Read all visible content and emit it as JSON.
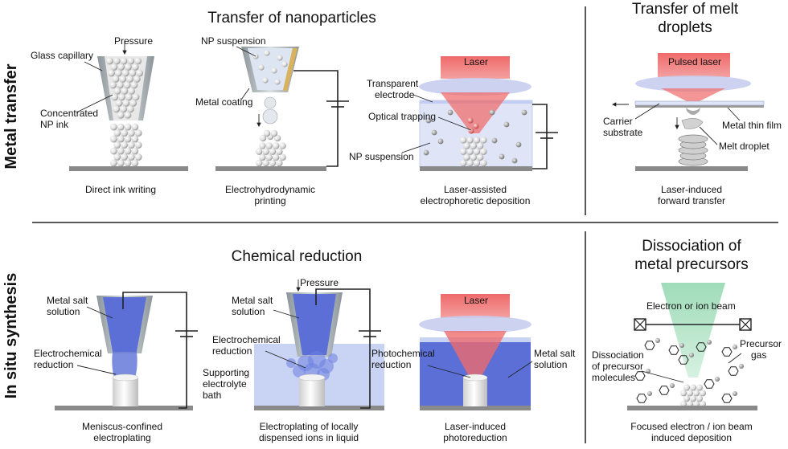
{
  "sections": {
    "metal_transfer": "Metal transfer",
    "in_situ_synthesis": "In situ synthesis"
  },
  "headers": {
    "transfer_nanoparticles": "Transfer of nanoparticles",
    "transfer_melt_line1": "Transfer of melt",
    "transfer_melt_line2": "droplets",
    "chemical_reduction": "Chemical reduction",
    "dissociation_line1": "Dissociation of",
    "dissociation_line2": "metal precursors"
  },
  "panels": {
    "diw": {
      "labels": {
        "pressure": "Pressure",
        "glass_capillary": "Glass capillary",
        "ink_line1": "Concentrated",
        "ink_line2": "NP ink"
      },
      "caption": [
        "Direct ink writing"
      ]
    },
    "ehd": {
      "labels": {
        "suspension": "NP suspension",
        "coating": "Metal coating"
      },
      "caption": [
        "Electrohydrodynamic",
        "printing"
      ]
    },
    "laepd": {
      "labels": {
        "laser": "Laser",
        "electrode_line1": "Transparent",
        "electrode_line2": "electrode",
        "trapping": "Optical trapping",
        "suspension": "NP suspension"
      },
      "caption": [
        "Laser-assisted",
        "electrophoretic deposition"
      ]
    },
    "lift": {
      "labels": {
        "laser": "Pulsed laser",
        "carrier_line1": "Carrier",
        "carrier_line2": "substrate",
        "film": "Metal thin film",
        "droplet": "Melt droplet"
      },
      "caption": [
        "Laser-induced",
        "forward transfer"
      ]
    },
    "mce": {
      "labels": {
        "salt_line1": "Metal salt",
        "salt_line2": "solution",
        "echem_line1": "Electrochemical",
        "echem_line2": "reduction"
      },
      "caption": [
        "Meniscus-confined",
        "electroplating"
      ]
    },
    "ep": {
      "labels": {
        "pressure": "Pressure",
        "salt_line1": "Metal salt",
        "salt_line2": "solution",
        "echem_line1": "Electrochemical",
        "echem_line2": "reduction",
        "bath_line1": "Supporting",
        "bath_line2": "electrolyte",
        "bath_line3": "bath"
      },
      "caption": [
        "Electroplating of locally",
        "dispensed ions in liquid"
      ]
    },
    "lip": {
      "labels": {
        "laser": "Laser",
        "photo_line1": "Photochemical",
        "photo_line2": "reduction",
        "salt_line1": "Metal salt",
        "salt_line2": "solution"
      },
      "caption": [
        "Laser-induced",
        "photoreduction"
      ]
    },
    "febid": {
      "labels": {
        "beam": "Electron or ion beam",
        "diss_line1": "Dissociation",
        "diss_line2": "of precursor",
        "diss_line3": "molecules",
        "gas_line1": "Precursor",
        "gas_line2": "gas"
      },
      "caption": [
        "Focused electron / ion beam",
        "induced deposition"
      ]
    }
  },
  "colors": {
    "laser": "#ef6f6f",
    "liquid": "#5b6fd6",
    "bath": "#c9d3f3",
    "beam": "#a7e0bf",
    "substrate": "#8a8a8a",
    "glass": "#b8c0c4"
  }
}
